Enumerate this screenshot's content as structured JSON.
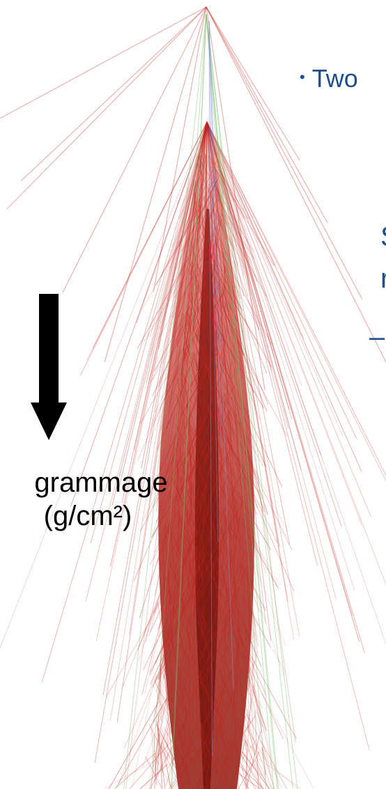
{
  "bullet": {
    "symbol": "•",
    "text": "Two"
  },
  "fragments": {
    "line1": "S",
    "line2": "r",
    "line3": "–"
  },
  "annotation": {
    "direction_icon": "down-arrow-icon",
    "label_line1": "grammage",
    "label_line2": "(g/cm²)"
  },
  "colors": {
    "bullet_text": "#1f4e8c",
    "shower_tracks": "#c0231b",
    "shower_core": "#5a0b06",
    "secondary_tracks": "#7bbf6a",
    "muon_tracks": "#8a8fd6",
    "arrow": "#000000"
  }
}
